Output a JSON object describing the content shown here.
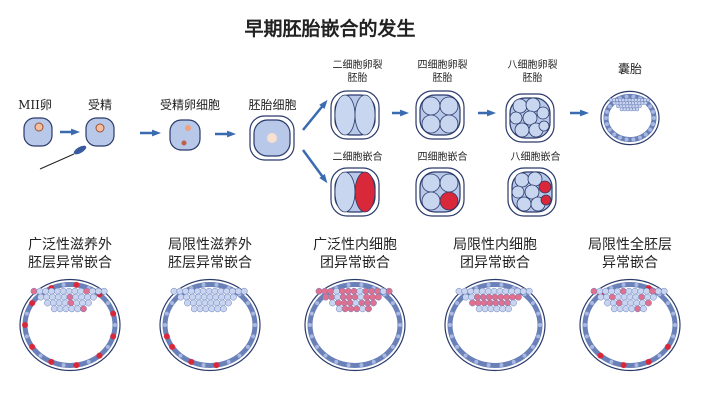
{
  "title": "早期胚胎嵌合的发生",
  "stages": {
    "mii": "MII卵",
    "fertilization": "受精",
    "zygote": "受精卵细胞",
    "embryo_cell": "胚胎细胞",
    "two_cell": "二细胞卵裂\n胚胎",
    "four_cell": "四细胞卵裂\n胚胎",
    "eight_cell": "八细胞卵裂\n胚胎",
    "blastocyst": "囊胎",
    "two_cell_mosaic": "二细胞嵌合",
    "four_cell_mosaic": "四细胞嵌合",
    "eight_cell_mosaic": "八细胞嵌合"
  },
  "mosaic_types": [
    {
      "label": "广泛性滋养外\n胚层异常嵌合"
    },
    {
      "label": "局限性滋养外\n胚层异常嵌合"
    },
    {
      "label": "广泛性内细胞\n团异常嵌合"
    },
    {
      "label": "局限性内细胞\n团异常嵌合"
    },
    {
      "label": "局限性全胚层\n异常嵌合"
    }
  ],
  "colors": {
    "cell": "#b8c8e8",
    "outline": "#2a3a6a",
    "arrow": "#3a6ab0",
    "abnormal": "#d8283a"
  }
}
